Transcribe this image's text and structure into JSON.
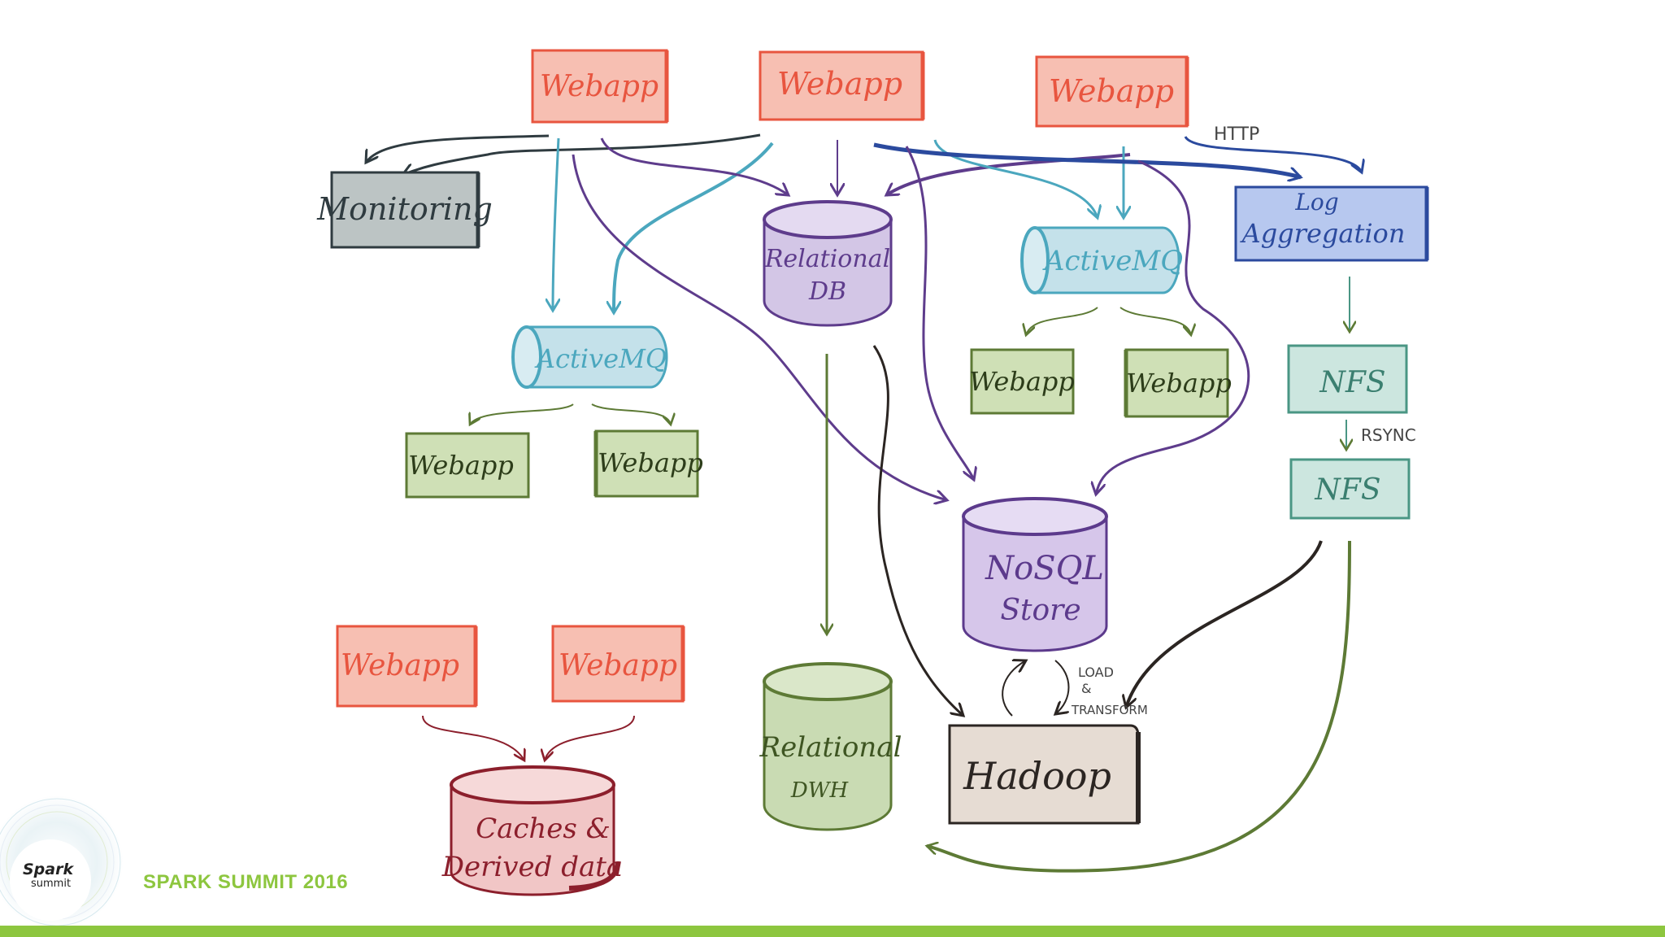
{
  "colors": {
    "webapp_red": "#e8553f",
    "webapp_red_fill": "#f7bfb2",
    "monitoring": "#2f3b40",
    "monitoring_fill": "#bcc4c4",
    "activemq": "#4ba7be",
    "activemq_fill": "#c4e1ea",
    "relational_db": "#5e3c8c",
    "relational_db_fill": "#d3c6e6",
    "consumer_green": "#5d7a35",
    "consumer_green_fill": "#cfe0b6",
    "log_agg": "#2b4a9e",
    "log_agg_fill": "#b7c8ef",
    "nfs": "#4a9684",
    "nfs_fill": "#cce6df",
    "nosql": "#5c3a8c",
    "nosql_fill": "#d6c6ea",
    "dwh": "#5d7a35",
    "dwh_fill": "#c9dbb3",
    "hadoop": "#2b2522",
    "hadoop_fill": "#e6dcd3",
    "caches": "#8c1f2c",
    "caches_fill": "#f1c6c6",
    "accent_green": "#8dc63f"
  },
  "nodes": {
    "webapp_top_1": "Webapp",
    "webapp_top_2": "Webapp",
    "webapp_top_3": "Webapp",
    "monitoring": "Monitoring",
    "relational_db_line1": "Relational",
    "relational_db_line2": "DB",
    "activemq_right": "ActiveMQ",
    "log_aggregation_line1": "Log",
    "log_aggregation_line2": "Aggregation",
    "activemq_left": "ActiveMQ",
    "webapp_amq_right_1": "Webapp",
    "webapp_amq_right_2": "Webapp",
    "webapp_amq_left_1": "Webapp",
    "webapp_amq_left_2": "Webapp",
    "nfs_1": "NFS",
    "nfs_2": "NFS",
    "nosql_line1": "NoSQL",
    "nosql_line2": "Store",
    "webapp_bottom_1": "Webapp",
    "webapp_bottom_2": "Webapp",
    "relational_dwh_line1": "Relational",
    "relational_dwh_line2": "DWH",
    "hadoop": "Hadoop",
    "caches_line1": "Caches &",
    "caches_line2": "Derived data"
  },
  "edge_labels": {
    "http": "HTTP",
    "rsync": "RSYNC",
    "load_line1": "LOAD",
    "load_line2": "&",
    "load_line3": "TRANSFORM"
  },
  "footer": {
    "event": "SPARK SUMMIT 2016",
    "logo_line1": "Spark",
    "logo_line2": "summit"
  }
}
